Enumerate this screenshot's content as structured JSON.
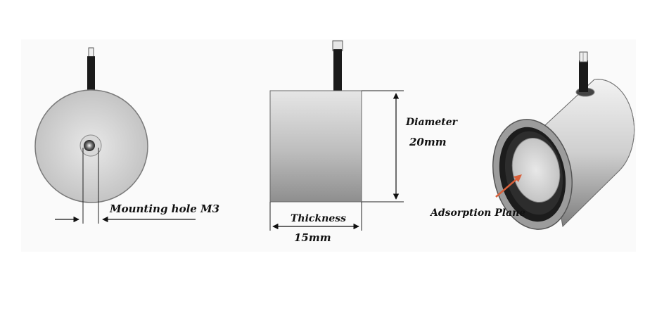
{
  "labels": {
    "mounting_hole": "Mounting hole M3",
    "thickness": "Thickness",
    "thickness_value": "15mm",
    "diameter": "Diameter",
    "diameter_value": "20mm",
    "adsorption_plane": "Adsorption Plane"
  },
  "colors": {
    "background": "#ffffff",
    "panel": "#fafafa",
    "body_light": "#d4d4d4",
    "body_dark": "#8a8a8a",
    "wire": "#1a1a1a",
    "arrow": "#d9603a"
  }
}
